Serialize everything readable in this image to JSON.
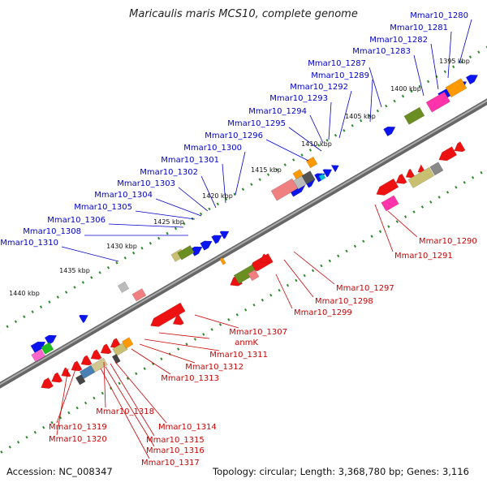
{
  "title": "Maricaulis maris MCS10, complete genome",
  "footer": {
    "accession": "Accession: NC_008347",
    "topology": "Topology: circular; Length: 3,368,780 bp; Genes: 3,116"
  },
  "colors": {
    "forward_label": "#0000cc",
    "reverse_label": "#cc0000",
    "scale_ticks": "#2a8a2a",
    "backbone": "#888888"
  },
  "scale_labels": [
    "1395 kbp",
    "1400 kbp",
    "1405 kbp",
    "1410 kbp",
    "1415 kbp",
    "1420 kbp",
    "1425 kbp",
    "1430 kbp",
    "1435 kbp",
    "1440 kbp"
  ],
  "forward_genes": [
    "Mmar10_1280",
    "Mmar10_1281",
    "Mmar10_1282",
    "Mmar10_1283",
    "Mmar10_1287",
    "Mmar10_1289",
    "Mmar10_1292",
    "Mmar10_1293",
    "Mmar10_1294",
    "Mmar10_1295",
    "Mmar10_1296",
    "Mmar10_1300",
    "Mmar10_1301",
    "Mmar10_1302",
    "Mmar10_1303",
    "Mmar10_1304",
    "Mmar10_1305",
    "Mmar10_1306",
    "Mmar10_1308",
    "Mmar10_1310"
  ],
  "reverse_genes_right": [
    "Mmar10_1290",
    "Mmar10_1291",
    "Mmar10_1297",
    "Mmar10_1298",
    "Mmar10_1299"
  ],
  "reverse_genes_lower": [
    "Mmar10_1307",
    "anmK",
    "Mmar10_1311",
    "Mmar10_1312",
    "Mmar10_1313",
    "Mmar10_1318",
    "Mmar10_1314",
    "Mmar10_1319",
    "Mmar10_1315",
    "Mmar10_1320",
    "Mmar10_1316",
    "Mmar10_1317"
  ]
}
